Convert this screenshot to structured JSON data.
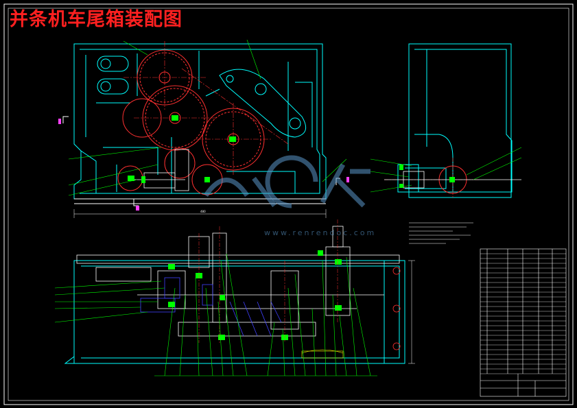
{
  "title": "并条机车尾箱装配图",
  "watermark": {
    "brand": "人人文库",
    "url": "www.renrendoc.com"
  },
  "colors": {
    "background": "#000000",
    "outline": "#00ffff",
    "section": "#ffffff",
    "gear": "#ff3030",
    "leader": "#00ff00",
    "hatch": "#4040ff",
    "title": "#ff2020",
    "accent": "#ffff00",
    "magenta": "#ff40ff"
  },
  "icons": [
    "gear-icon",
    "section-arrow-icon",
    "logo-watermark-icon"
  ]
}
